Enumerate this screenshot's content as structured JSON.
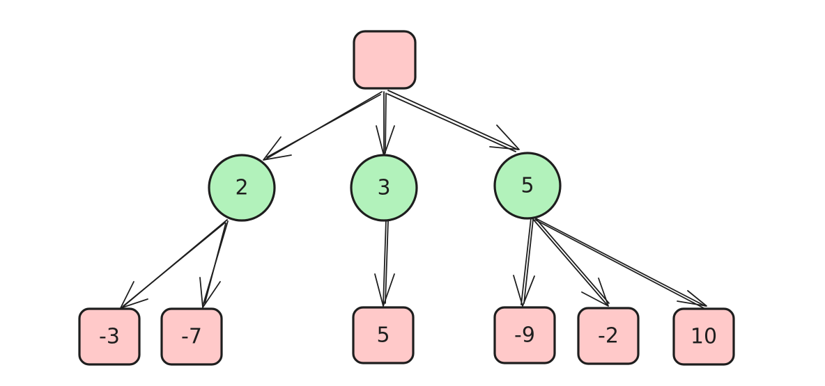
{
  "tree": {
    "root": {
      "label": ""
    },
    "chance_nodes": [
      {
        "label": "2",
        "leaves": [
          "-3",
          "-7"
        ]
      },
      {
        "label": "3",
        "leaves": [
          "5"
        ]
      },
      {
        "label": "5",
        "leaves": [
          "-9",
          "-2",
          "10"
        ]
      }
    ]
  },
  "colors": {
    "square_fill": "#ffc9c9",
    "circle_fill": "#b2f2bb",
    "stroke": "#1e1e1e"
  }
}
